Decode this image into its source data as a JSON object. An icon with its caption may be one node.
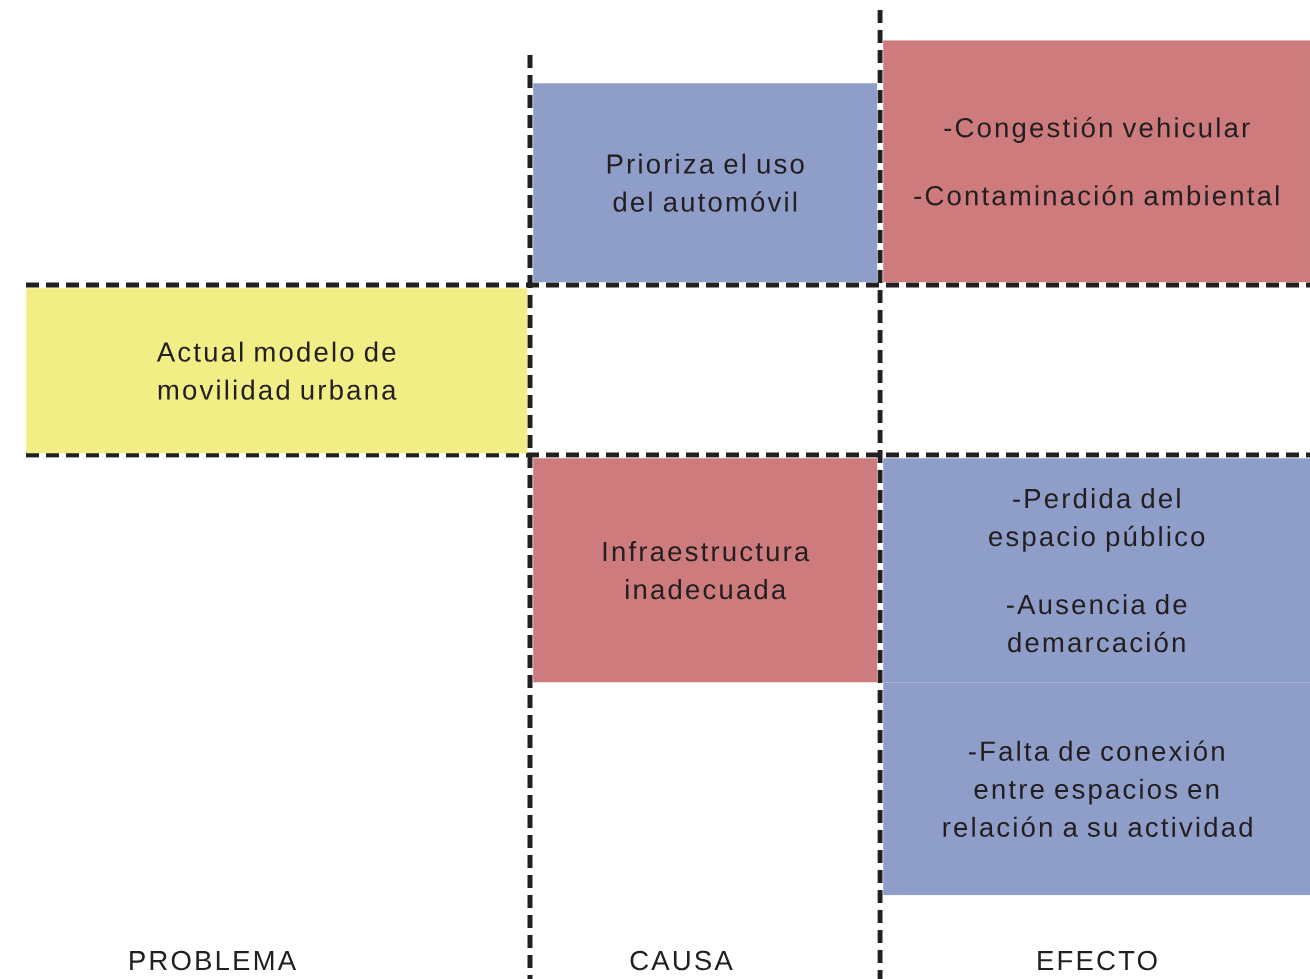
{
  "diagram": {
    "nodes": [
      {
        "text": [
          "Actual modelo de movilidad urbana"
        ]
      },
      {
        "text": [
          "Prioriza el uso del automóvil"
        ]
      },
      {
        "text": [
          "-Congestión vehicular",
          "-Contaminación ambiental"
        ]
      },
      {
        "text": [
          "Infraestructura inadecuada"
        ]
      },
      {
        "text": [
          "-Perdida del espacio público",
          "-Ausencia de demarcación"
        ]
      },
      {
        "text": [
          "-Falta de conexión entre espacios en relación a su actividad"
        ]
      }
    ],
    "labels": [
      "PROBLEMA",
      "CAUSA",
      "EFECTO"
    ]
  }
}
